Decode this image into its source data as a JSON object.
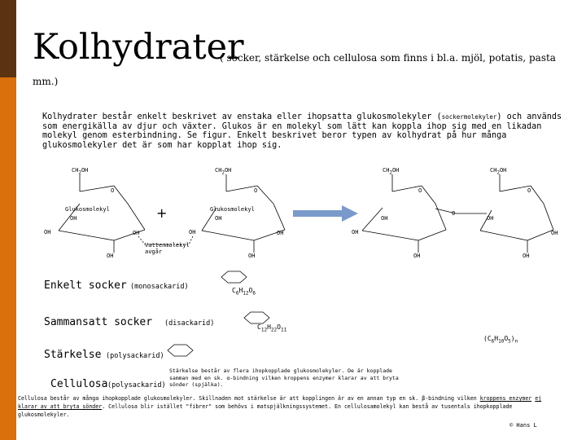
{
  "header": {
    "title": "Kolhydrater",
    "subtitle_part1": "( socker, stärkelse och cellulosa som finns i bl.a. mjöl, potatis, pasta",
    "subtitle_part2": "mm.)"
  },
  "intro": {
    "text_before": "Kolhydrater består enkelt beskrivet av enstaka eller ihopsatta glukosmolekyler (",
    "small_term": "sockermolekyler",
    "text_after": ") och används som energikälla av djur och växter. Glukos är en molekyl som lätt kan koppla ihop sig med en likadan molekyl genom esterbindning. Se figur. Enkelt beskrivet beror typen av kolhydrat på hur många glukosmolekyler det är som har kopplat ihop sig."
  },
  "diagram": {
    "ch2oh": "CH",
    "ch2oh_sub": "2",
    "ch2oh_end": "OH",
    "o": "O",
    "oh": "OH",
    "glukosmolekyl": "Glukosmolekyl",
    "plus": "+",
    "vattenmolekyl_1": "Vattenmolekyl",
    "vattenmolekyl_2": "avgår"
  },
  "rows": {
    "monosackarid": {
      "label": "Enkelt socker",
      "sub": "(monosackarid)",
      "f1": "C",
      "f1s": "6",
      "f2": "H",
      "f2s": "12",
      "f3": "O",
      "f3s": "6"
    },
    "disackarid": {
      "label": "Sammansatt socker",
      "sub": "(disackarid)",
      "f1": "C",
      "f1s": "12",
      "f2": "H",
      "f2s": "22",
      "f3": "O",
      "f3s": "11"
    },
    "polysackarid": {
      "label": "Stärkelse",
      "sub": "(polysackarid)",
      "formula": "(C",
      "s1": "6",
      "m": "H",
      "s2": "10",
      "m2": "O",
      "s3": "5",
      "end": ")",
      "n": "n"
    },
    "cellulosa": {
      "label": "Cellulosa",
      "sub": "(polysackarid)"
    }
  },
  "notes": {
    "starch_note": "Stärkelse består av flera ihopkopplade glukosmolekyler. De är kopplade samman med en sk. α-bindning vilken kroppens enzymer klarar av att bryta sönder (spjälka).",
    "cellulose_note_1": "Cellulosa består av många ihopkopplade glukosmolekyler. Skillnaden mot stärkelse är att kopplingen är av en annan typ en sk. β-bindning vilken ",
    "cellulose_note_ul1": "kroppens enzymer",
    "cellulose_note_ul2": "ej klarar av att bryta sönder",
    "cellulose_note_2": ". Cellulosa blir istället \"fibrer\" som behövs i matspjälkningssystemet. En cellulosamolekyl kan bestå av tusentals ihopkopplade glukosmolekyler.",
    "copyright": "© Hans L"
  },
  "colors": {
    "sidebar_top": "#5b3313",
    "sidebar_bottom": "#d9700b",
    "arrow": "#7a9acc"
  }
}
